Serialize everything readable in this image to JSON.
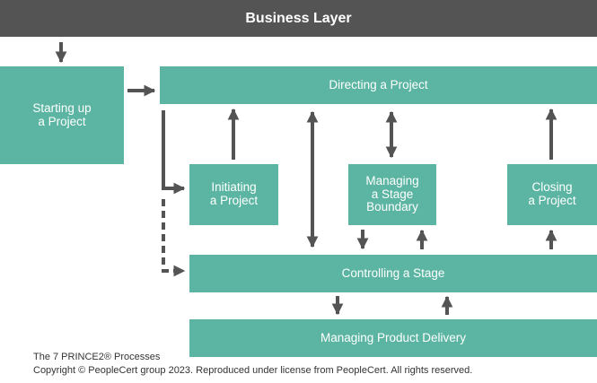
{
  "colors": {
    "header_bg": "#545454",
    "box": "#5bb5a2",
    "arrow": "#545454",
    "text_light": "#ffffff"
  },
  "header": {
    "title": "Business Layer"
  },
  "processes": {
    "starting_up": "Starting up\na Project",
    "directing": "Directing a Project",
    "initiating": "Initiating\na Project",
    "managing_stage_boundary": "Managing\na Stage\nBoundary",
    "closing": "Closing\na Project",
    "controlling": "Controlling a Stage",
    "managing_product_delivery": "Managing Product Delivery"
  },
  "caption": {
    "title": "The 7 PRINCE2® Processes",
    "copyright": "Copyright © PeopleCert group 2023. Reproduced under license from PeopleCert. All rights reserved."
  }
}
